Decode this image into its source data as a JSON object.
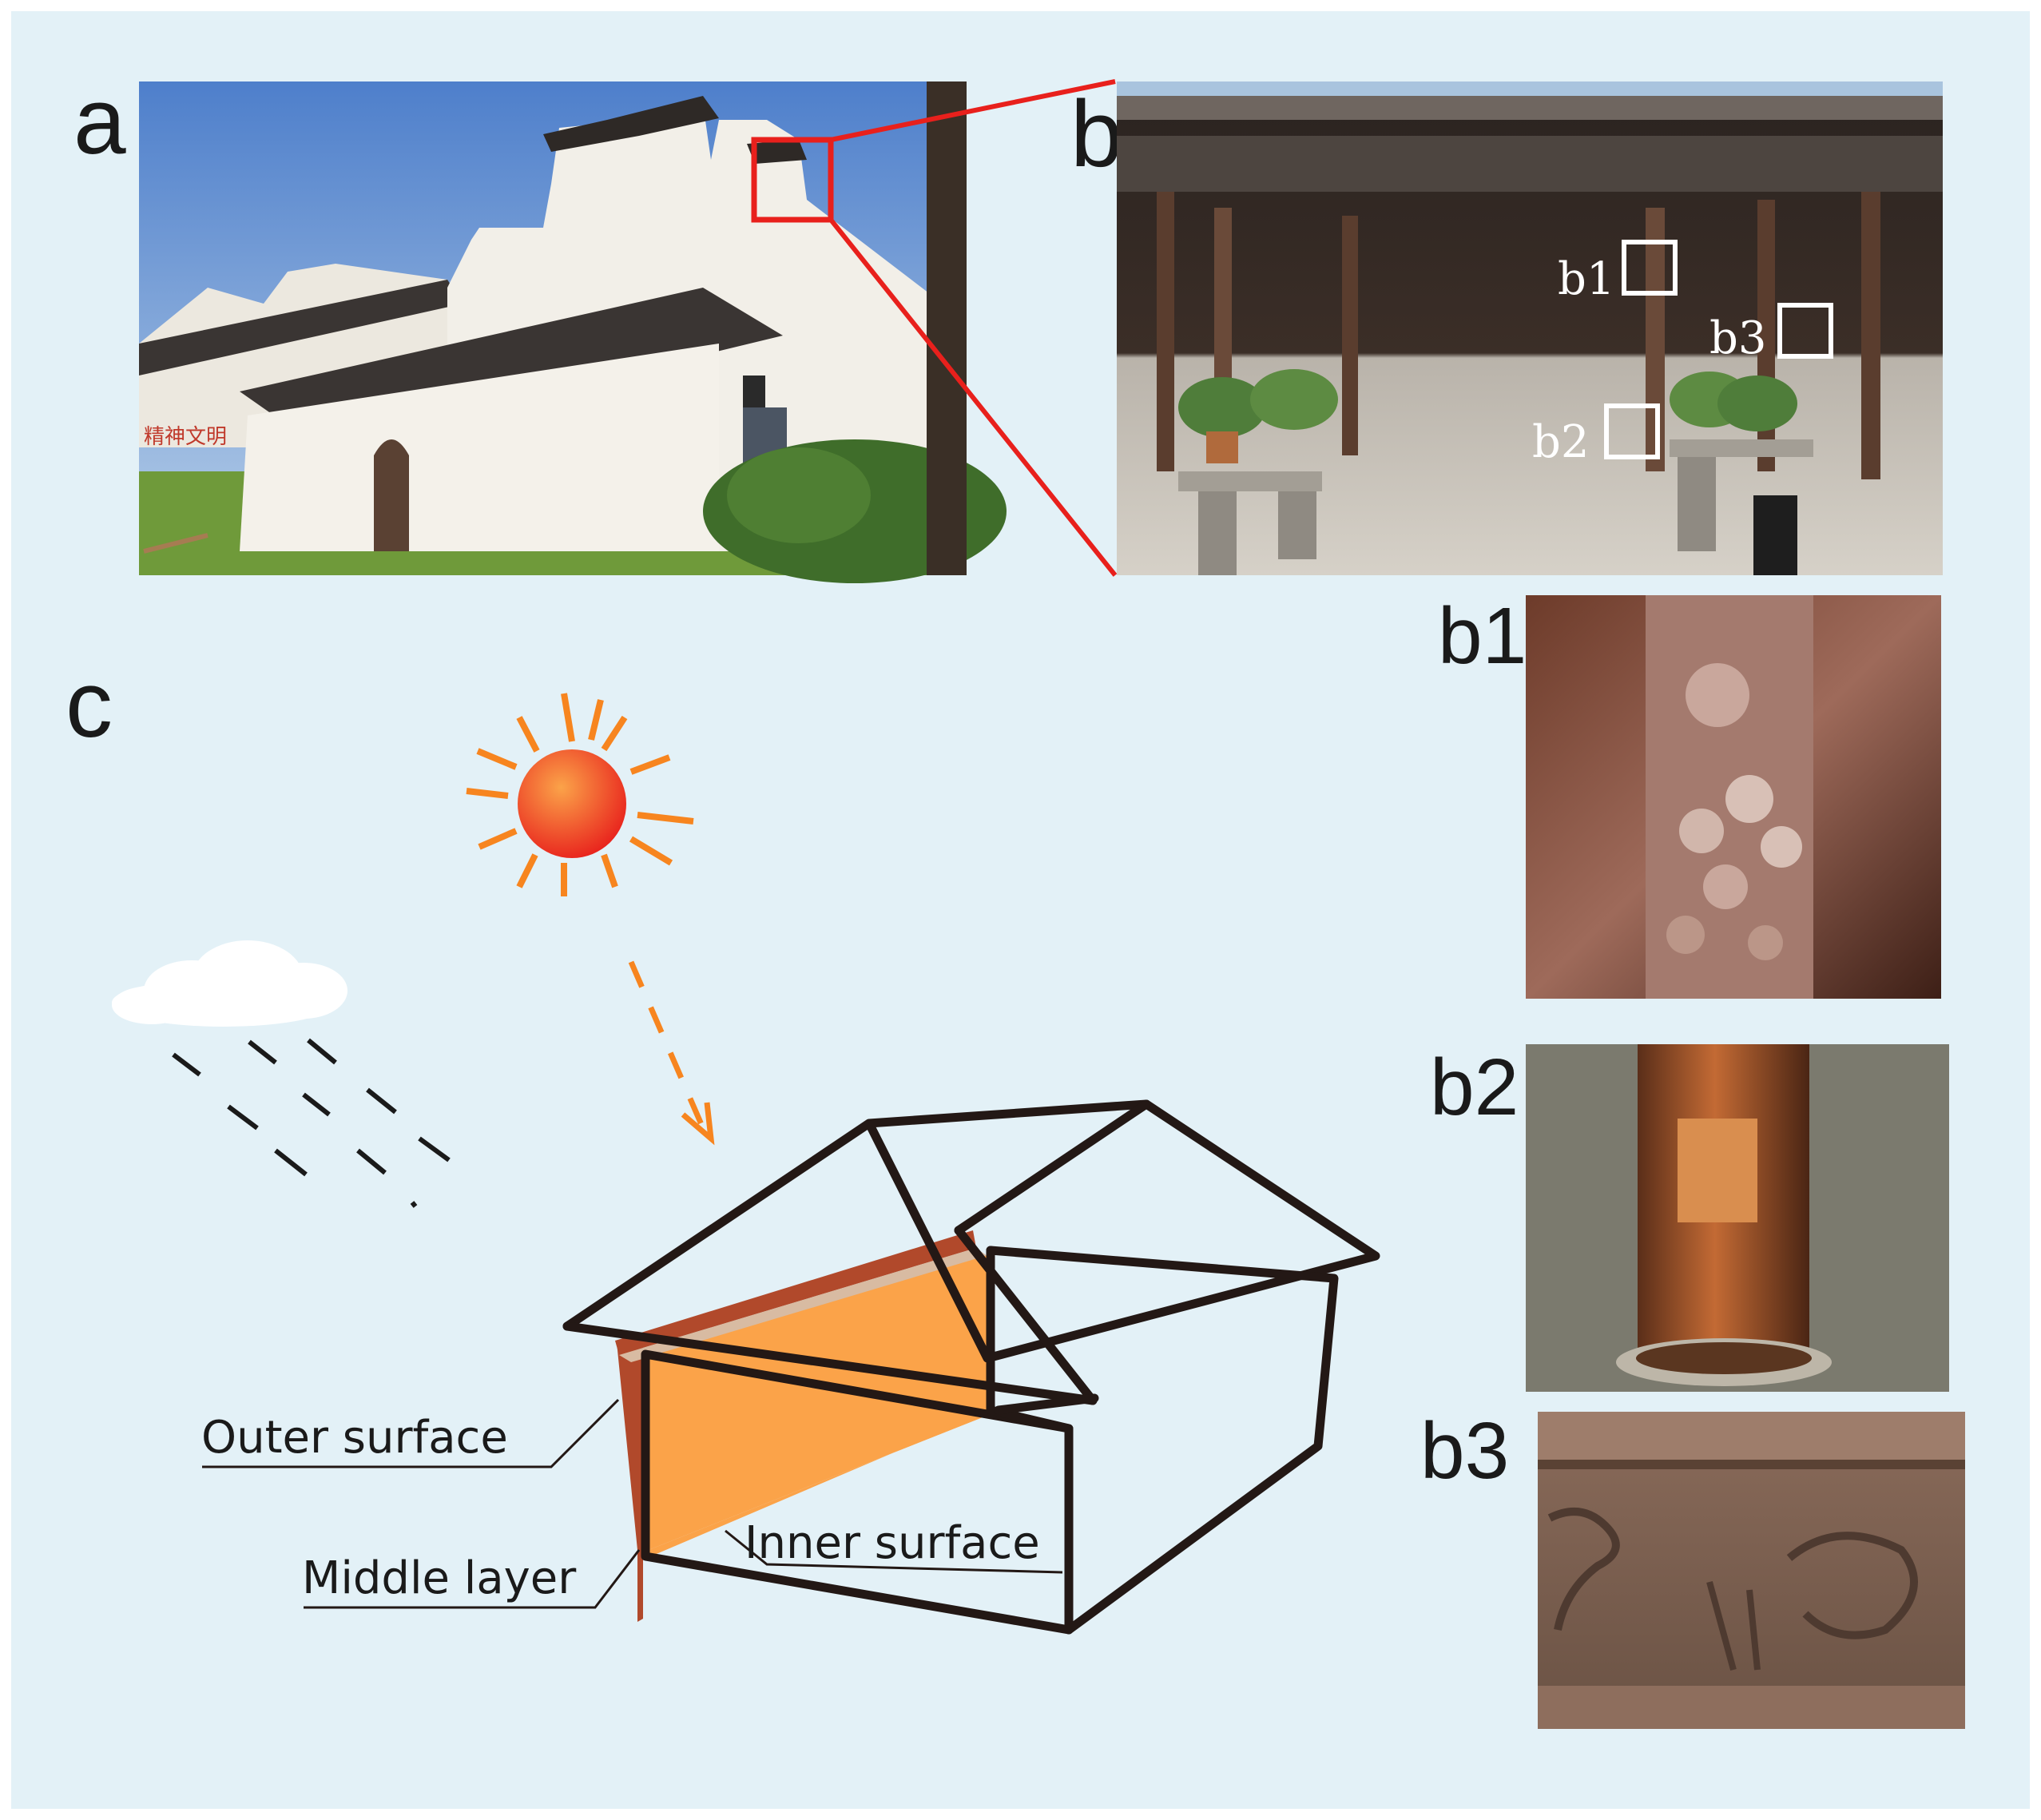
{
  "panels": {
    "a": {
      "letter": "a"
    },
    "b": {
      "letter": "b"
    },
    "b1": {
      "letter": "b1"
    },
    "b2": {
      "letter": "b2"
    },
    "b3": {
      "letter": "b3"
    },
    "c": {
      "letter": "c"
    }
  },
  "photo_b_labels": {
    "b1": "b1",
    "b2": "b2",
    "b3": "b3"
  },
  "diagram_c": {
    "outer_surface": "Outer surface",
    "middle_layer": "Middle layer",
    "inner_surface": "Inner surface"
  },
  "wall_sign": "精神文明",
  "colors": {
    "background": "#e3f1f7",
    "frame_line": "#231815",
    "zoom_red": "#e8201c",
    "sun_orange": "#f7851f",
    "sun_red": "#e8201c",
    "wall_fill": "#fba349",
    "outer_layer": "#b1492b",
    "middle_strip": "#d8bba2"
  }
}
